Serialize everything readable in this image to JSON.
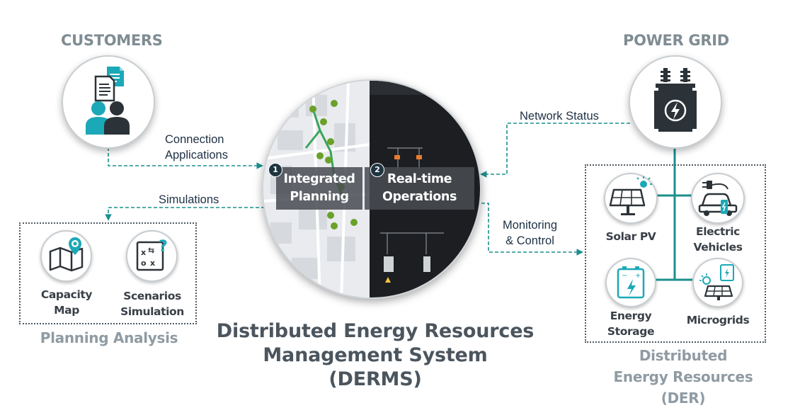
{
  "customers": {
    "title": "CUSTOMERS",
    "icon": "customers-document-icon"
  },
  "power_grid": {
    "title": "POWER GRID",
    "icon": "transformer-icon"
  },
  "flows": {
    "connection_applications": "Connection\nApplications",
    "simulations": "Simulations",
    "network_status": "Network Status",
    "monitoring_control": "Monitoring\n& Control"
  },
  "planning_analysis": {
    "title": "Planning Analysis",
    "items": [
      {
        "label": "Capacity\nMap",
        "icon": "map-pin-icon"
      },
      {
        "label": "Scenarios\nSimulation",
        "icon": "scenario-icon"
      }
    ]
  },
  "derms": {
    "step1": {
      "number": "1",
      "label": "Integrated\nPlanning"
    },
    "step2": {
      "number": "2",
      "label": "Real-time\nOperations"
    },
    "title": "Distributed Energy Resources\nManagement System\n(DERMS)"
  },
  "der": {
    "title": "Distributed\nEnergy Resources\n(DER)",
    "items": [
      {
        "label": "Solar PV",
        "icon": "solar-panel-icon"
      },
      {
        "label": "Electric\nVehicles",
        "icon": "electric-vehicle-icon"
      },
      {
        "label": "Energy\nStorage",
        "icon": "battery-icon"
      },
      {
        "label": "Microgrids",
        "icon": "microgrid-icon"
      }
    ]
  },
  "colors": {
    "teal": "#1b8f8c",
    "dark": "#2c3338",
    "grey_title": "#7f8c93"
  }
}
